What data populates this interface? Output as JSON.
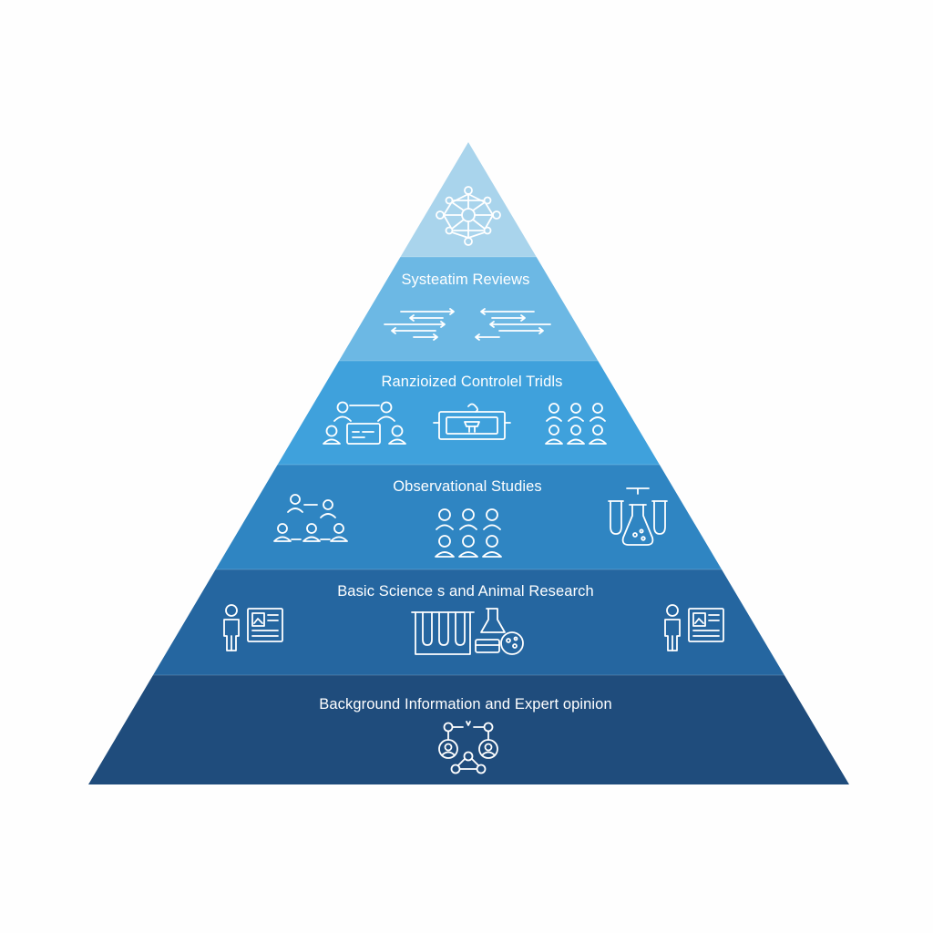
{
  "diagram": {
    "colors": {
      "background": "#fefefe",
      "tier_apex": "#a9d4ec",
      "tier_2": "#6cb8e4",
      "tier_3": "#3fa1dc",
      "tier_4": "#2f85c2",
      "tier_5": "#2566a0",
      "tier_base": "#1f4c7c",
      "icon_line": "#ffffff"
    },
    "tiers": [
      {
        "label": "",
        "icons": [
          "network-nodes-icon"
        ]
      },
      {
        "label": "Systeatim Reviews",
        "icons": [
          "arrows-exchange-icon",
          "arrows-exchange-icon"
        ]
      },
      {
        "label": "Ranzioized Controlel Tridls",
        "icons": [
          "group-assignment-icon",
          "device-icon",
          "people-grid-icon"
        ]
      },
      {
        "label": "Observational Studies",
        "icons": [
          "people-network-icon",
          "people-grid-icon",
          "lab-flasks-icon"
        ]
      },
      {
        "label": "Basic Science  s and Animal Research",
        "icons": [
          "person-id-card-icon",
          "test-tubes-icon",
          "person-id-card-icon"
        ]
      },
      {
        "label": "Background Information and Expert opinion",
        "icons": [
          "expert-network-icon"
        ]
      }
    ]
  }
}
